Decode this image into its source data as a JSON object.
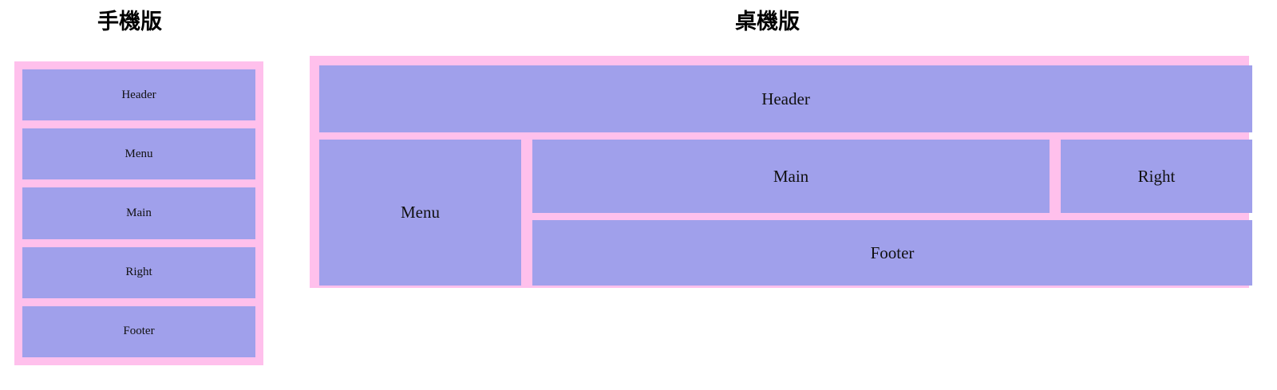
{
  "page": {
    "background_color": "#ffffff",
    "pink_color": "#ffc0ec",
    "purple_color": "#a0a0eb",
    "text_color": "#111111"
  },
  "mobile": {
    "title": "手機版",
    "blocks": [
      {
        "label": "Header"
      },
      {
        "label": "Menu"
      },
      {
        "label": "Main"
      },
      {
        "label": "Right"
      },
      {
        "label": "Footer"
      }
    ]
  },
  "desktop": {
    "title": "桌機版",
    "blocks": {
      "header": "Header",
      "menu": "Menu",
      "main": "Main",
      "right": "Right",
      "footer": "Footer"
    }
  }
}
